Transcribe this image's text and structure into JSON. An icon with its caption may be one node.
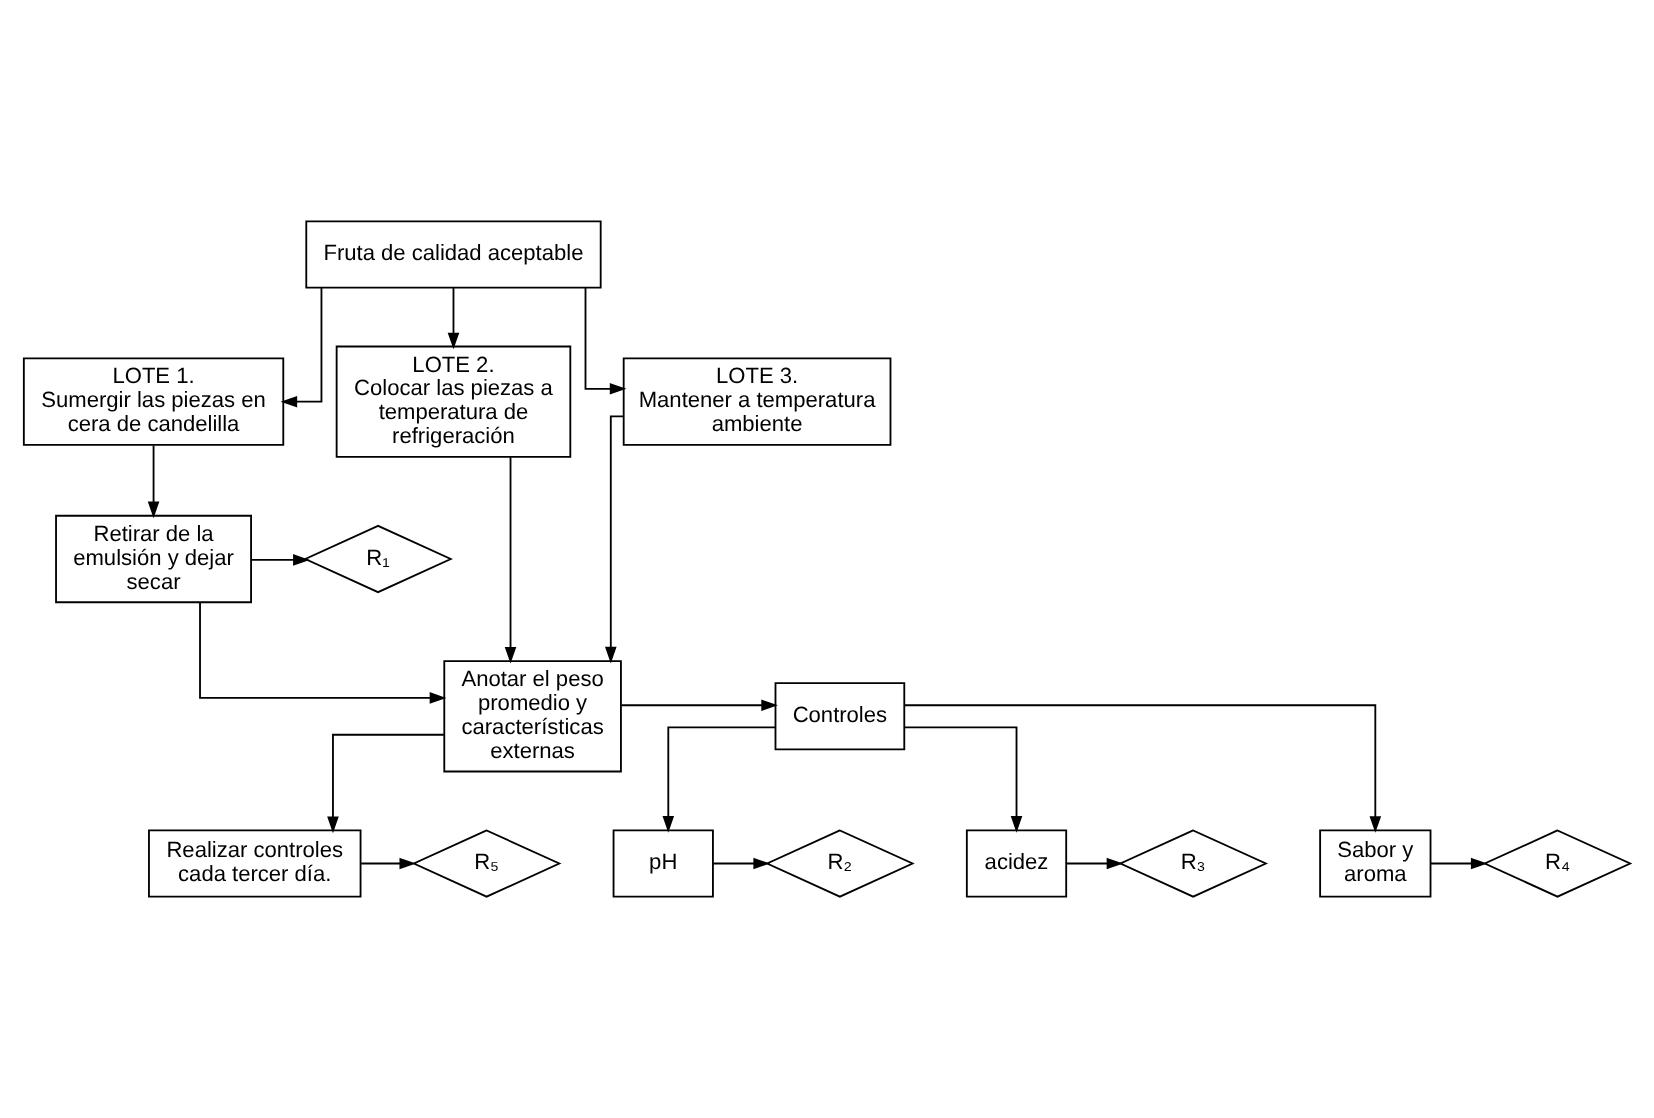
{
  "diagram": {
    "nodes": [
      {
        "text": [
          "Fruta de calidad aceptable"
        ]
      },
      {
        "text": [
          "LOTE 1.",
          "Sumergir las piezas en cera de candelilla"
        ]
      },
      {
        "text": [
          "LOTE 2.",
          "Colocar las piezas a temperatura de refrigeración"
        ]
      },
      {
        "text": [
          "LOTE 3.",
          "Mantener a temperatura ambiente"
        ]
      },
      {
        "text": [
          "Retirar de la emulsión y dejar secar"
        ]
      },
      {
        "text": [
          "R₁"
        ]
      },
      {
        "text": [
          "Anotar el peso promedio y características externas"
        ]
      },
      {
        "text": [
          "Controles"
        ]
      },
      {
        "text": [
          "pH"
        ]
      },
      {
        "text": [
          "R₂"
        ]
      },
      {
        "text": [
          "acidez"
        ]
      },
      {
        "text": [
          "R₃"
        ]
      },
      {
        "text": [
          "Sabor y aroma"
        ]
      },
      {
        "text": [
          "R₄"
        ]
      },
      {
        "text": [
          "Realizar controles cada tercer día."
        ]
      },
      {
        "text": [
          "R₅"
        ]
      }
    ],
    "edges": [
      {
        "from": 0,
        "to": 1,
        "arrow": "to"
      },
      {
        "from": 0,
        "to": 2,
        "arrow": "to"
      },
      {
        "from": 0,
        "to": 3,
        "arrow": "to"
      },
      {
        "from": 1,
        "to": 4,
        "arrow": "to"
      },
      {
        "from": 4,
        "to": 5,
        "arrow": "to"
      },
      {
        "from": 4,
        "to": 6,
        "arrow": "to"
      },
      {
        "from": 2,
        "to": 6,
        "arrow": "to"
      },
      {
        "from": 3,
        "to": 6,
        "arrow": "to"
      },
      {
        "from": 6,
        "to": 7,
        "arrow": "to"
      },
      {
        "from": 7,
        "to": 8,
        "arrow": "to"
      },
      {
        "from": 7,
        "to": 10,
        "arrow": "to"
      },
      {
        "from": 7,
        "to": 12,
        "arrow": "to"
      },
      {
        "from": 8,
        "to": 9,
        "arrow": "to"
      },
      {
        "from": 10,
        "to": 11,
        "arrow": "to"
      },
      {
        "from": 12,
        "to": 13,
        "arrow": "to"
      },
      {
        "from": 6,
        "to": 14,
        "arrow": "to"
      },
      {
        "from": 14,
        "to": 15,
        "arrow": "to"
      }
    ]
  }
}
